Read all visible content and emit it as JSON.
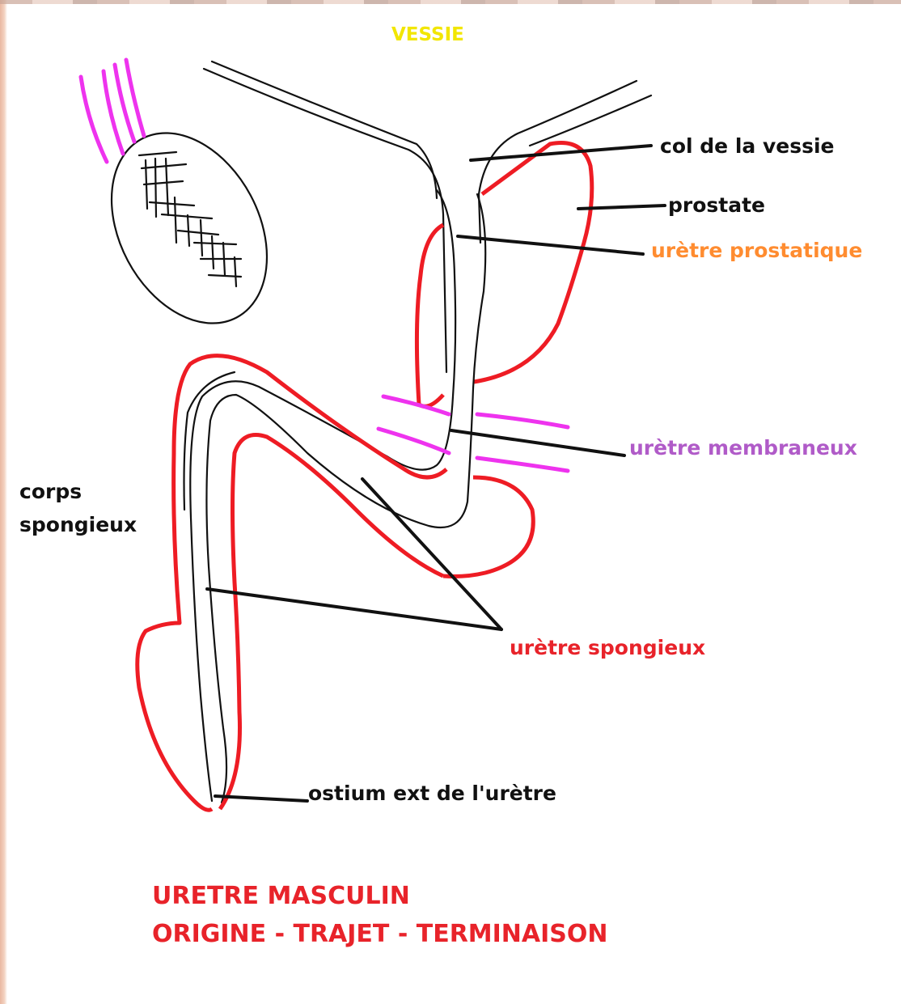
{
  "labels": {
    "vessie": "VESSIE",
    "col_de_la_vessie": "col de la vessie",
    "prostate": "prostate",
    "uretre_prostatique": "urètre prostatique",
    "uretre_membraneux": "urètre membraneux",
    "corps_spongieux_line1": "corps",
    "corps_spongieux_line2": "spongieux",
    "uretre_spongieux": "urètre spongieux",
    "ostium": "ostium ext de l'urètre"
  },
  "title": {
    "line1": "URETRE MASCULIN",
    "line2": "ORIGINE - TRAJET - TERMINAISON"
  },
  "colors": {
    "outline": "#111111",
    "red_structures": "#ee1c24",
    "magenta_muscle": "#ee33ee",
    "vessie_label": "#f2e600",
    "prostatique_label": "#ff8c30",
    "membraneux_label": "#b05bc8",
    "spongieux_label": "#e8232a",
    "title": "#e8232a"
  }
}
